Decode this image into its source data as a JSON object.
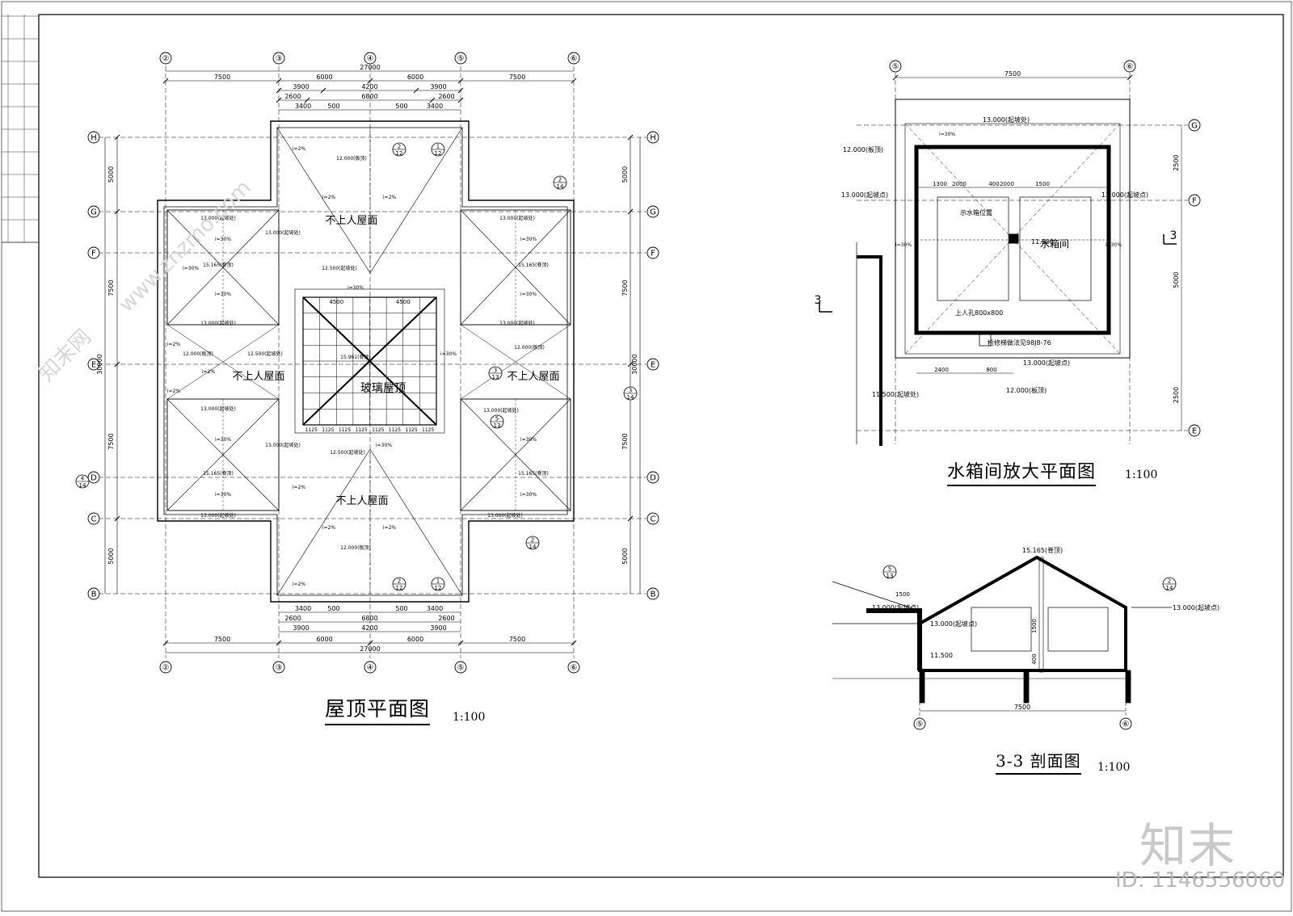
{
  "roof_plan": {
    "title": "屋顶平面图",
    "scale": "1:100",
    "axes_x": [
      "②",
      "③",
      "④",
      "⑤",
      "⑥"
    ],
    "axes_y": [
      "H",
      "G",
      "F",
      "E",
      "D",
      "C",
      "B"
    ],
    "dims_top": {
      "total": "27000",
      "row1": [
        "7500",
        "6000",
        "6000",
        "7500"
      ],
      "row2": [
        "3900",
        "4200",
        "3900"
      ],
      "row3": [
        "2600",
        "6800",
        "2600"
      ],
      "row4": [
        "3400",
        "500",
        "500",
        "3400"
      ]
    },
    "dims_bottom": {
      "row1": [
        "3400",
        "500",
        "500",
        "3400"
      ],
      "row2": [
        "2600",
        "6800",
        "2600"
      ],
      "row3": [
        "3900",
        "4200",
        "3900"
      ],
      "row4": [
        "7500",
        "6000",
        "6000",
        "7500"
      ],
      "total": "27000"
    },
    "dims_left": [
      "5000",
      "7500",
      "7500",
      "5000"
    ],
    "dims_right": [
      "5000",
      "7500",
      "7500",
      "5000"
    ],
    "dims_total_vertical": "30000",
    "labels": {
      "no_access_top": "不上人屋面",
      "no_access_left": "不上人屋面",
      "no_access_right": "不上人屋面",
      "no_access_bottom": "不上人屋面",
      "glass_roof": "玻璃屋顶",
      "slab_top": "12.000(板顶)",
      "slope_start": "13.000(起坡处)",
      "ridge": "15.165(脊顶)",
      "glass_ridge": "15.961(脊顶)",
      "slope_30": "i=30%",
      "slope_2": "i=2%",
      "slope_start2": "12.500(起坡处)",
      "glass_dims": [
        "1125",
        "1125",
        "1125",
        "1125",
        "1125",
        "1125",
        "1125",
        "1125"
      ],
      "glass_span": [
        "4500",
        "4500"
      ]
    },
    "detail_refs": [
      "2/12",
      "1/12",
      "2/14",
      "3/13",
      "3/14",
      "5/13",
      "4/14"
    ]
  },
  "tank_plan": {
    "title": "水箱间放大平面图",
    "scale": "1:100",
    "axes": [
      "⑤",
      "⑥",
      "G",
      "F",
      "E"
    ],
    "dim_top": "7500",
    "label_tank": "水箱间",
    "label_tank_position": "示水箱位置",
    "label_hatch": "上人孔800x800",
    "label_ladder": "检修梯做法见98J8-76",
    "elev_slope_top": "13.000(起坡处)",
    "elev_slab_left": "12.000(板顶)",
    "elev_slope_left": "13.000(起坡点)",
    "elev_slope_right": "13.000(起坡点)",
    "elev_tank_floor": "11.500",
    "elev_slope_bottom": "13.000(起坡点)",
    "elev_slab_bottom": "12.000(板顶)",
    "elev_bottom_left": "11.500(起坡处)",
    "slope": "i=30%",
    "dims_inner": [
      "1300",
      "2000",
      "400",
      "2000",
      "1500"
    ],
    "dims_bottom": [
      "2400",
      "800"
    ],
    "dims_right": [
      "2500",
      "5000",
      "2500"
    ],
    "section_mark": "3"
  },
  "section": {
    "title": "3-3 剖面图",
    "scale": "1:100",
    "axes": [
      "⑤",
      "⑥"
    ],
    "dim_bottom": "7500",
    "elev_ridge": "15.165(脊顶)",
    "elev_left": "13.000(起坡点)",
    "elev_left2": "13.000(起坡点)",
    "elev_right": "13.000(起坡点)",
    "elev_floor": "11.500",
    "dims": [
      "1500",
      "1500",
      "400"
    ],
    "refs": [
      "5/13",
      "2/14"
    ]
  },
  "watermark": {
    "site": "www.znzmo.com",
    "brand": "知末网",
    "logo": "知末",
    "id": "ID: 1146556060"
  }
}
